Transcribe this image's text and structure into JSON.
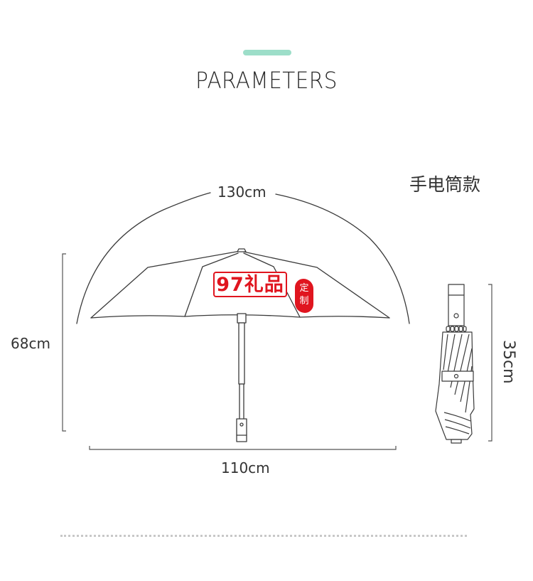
{
  "header": {
    "title": "PARAMETERS",
    "accent_color": "#9ddec9"
  },
  "model": {
    "label": "手电筒款"
  },
  "open_umbrella": {
    "arc_length_label": "130cm",
    "height_label": "68cm",
    "width_label": "110cm"
  },
  "folded_umbrella": {
    "length_label": "35cm"
  },
  "watermark": {
    "brand_text": "97礼品",
    "seal_line1": "定",
    "seal_line2": "制",
    "color": "#e0151f"
  },
  "footer": {
    "divider_style": "dotted"
  }
}
